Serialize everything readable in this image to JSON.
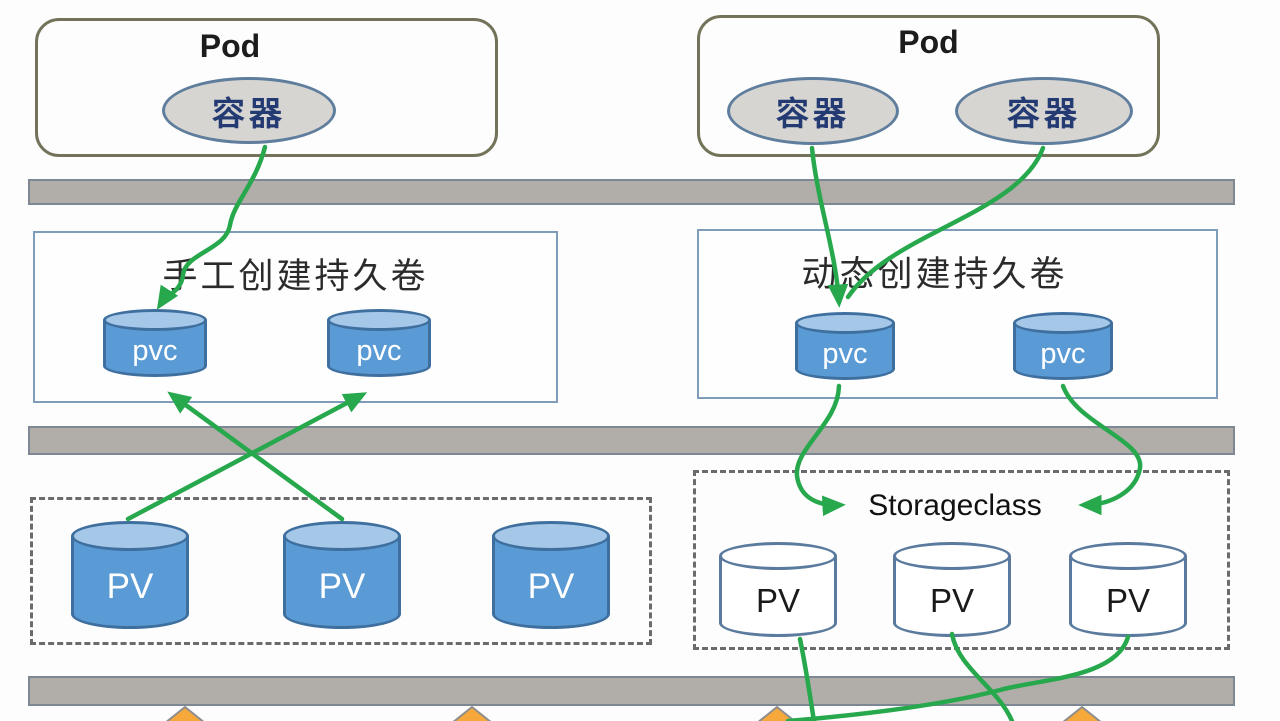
{
  "pods": [
    {
      "label": "Pod",
      "containers": [
        "容器"
      ]
    },
    {
      "label": "Pod",
      "containers": [
        "容器",
        "容器"
      ]
    }
  ],
  "manual": {
    "title": "手工创建持久卷",
    "pvc_labels": [
      "pvc",
      "pvc"
    ]
  },
  "dynamic": {
    "title": "动态创建持久卷",
    "pvc_labels": [
      "pvc",
      "pvc"
    ]
  },
  "manual_pvs": {
    "pv_labels": [
      "PV",
      "PV",
      "PV"
    ]
  },
  "storageclass": {
    "title": "Storageclass",
    "pv_labels": [
      "PV",
      "PV",
      "PV"
    ]
  },
  "colors": {
    "arrow_green": "#27a84d",
    "bar_gray": "#b1aeaa",
    "cylinder_blue": "#5b9bd5",
    "cylinder_cap_blue": "#a5c8e9",
    "pod_border_olive": "#73735a",
    "box_border_blue": "#7f9cb8",
    "container_text_navy": "#233a72",
    "diamond_orange": "#f6a83a"
  }
}
